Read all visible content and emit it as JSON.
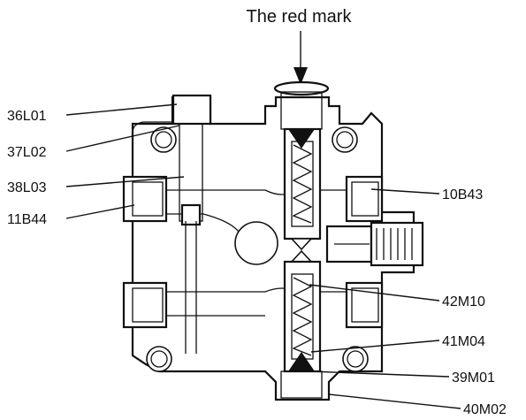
{
  "diagram": {
    "title": "The red mark",
    "labels": {
      "l36": "36L01",
      "l37": "37L02",
      "l38": "38L03",
      "b11": "11B44",
      "b10": "10B43",
      "m42": "42M10",
      "m41": "41M04",
      "m39": "39M01",
      "m40": "40M02"
    },
    "colors": {
      "ink": "#111111",
      "paper": "#ffffff"
    }
  }
}
